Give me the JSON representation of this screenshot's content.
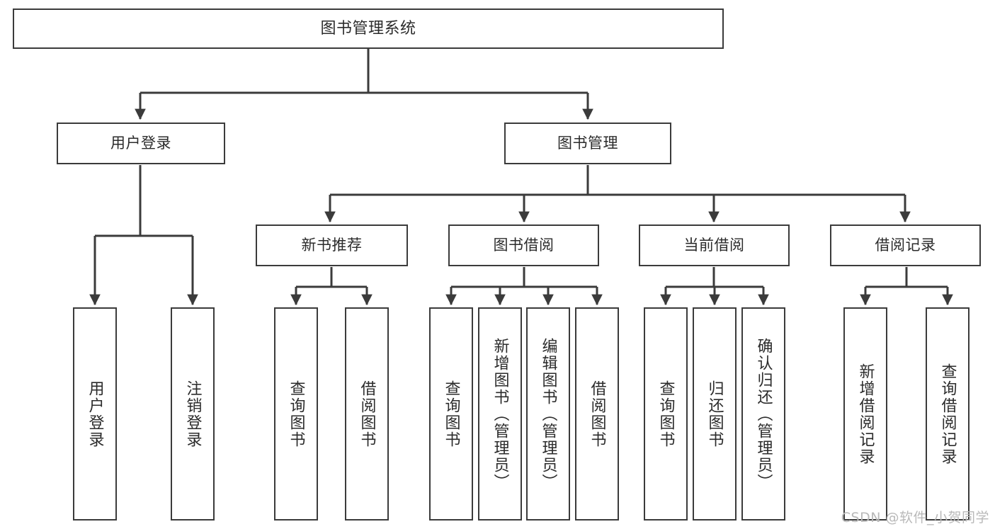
{
  "diagram": {
    "title": "图书管理系统",
    "type": "functional-structure-tree",
    "watermark": "CSDN @软件_小贺同学",
    "colors": {
      "background": "#ffffff",
      "box_border": "#3b3b3b",
      "box_fill": "#ffffff",
      "text": "#2b2b2b",
      "edge": "#3b3b3b",
      "watermark": "#b9b9b9"
    },
    "levels": {
      "root": [
        "图书管理系统"
      ],
      "level1": [
        "用户登录",
        "图书管理"
      ],
      "level2": [
        "新书推荐",
        "图书借阅",
        "当前借阅",
        "借阅记录"
      ],
      "leaves": [
        "用户登录",
        "注销登录",
        "查询图书",
        "借阅图书",
        "查询图书",
        "新增图书（管理员）",
        "编辑图书（管理员）",
        "借阅图书",
        "查询图书",
        "归还图书",
        "确认归还（管理员）",
        "新增借阅记录",
        "查询借阅记录"
      ]
    },
    "nodes": {
      "root": {
        "label": "图书管理系统"
      },
      "user_login": {
        "label": "用户登录"
      },
      "book_manage": {
        "label": "图书管理"
      },
      "new_book_rec": {
        "label": "新书推荐"
      },
      "book_borrow": {
        "label": "图书借阅"
      },
      "current_borrow": {
        "label": "当前借阅"
      },
      "borrow_record": {
        "label": "借阅记录"
      },
      "leaf_user_login": {
        "label": "用户登录"
      },
      "leaf_logout": {
        "label": "注销登录"
      },
      "leaf_query_book_1": {
        "label": "查询图书"
      },
      "leaf_borrow_book_1": {
        "label": "借阅图书"
      },
      "leaf_query_book_2": {
        "label": "查询图书"
      },
      "leaf_add_book": {
        "label": "新增图书（管理员）"
      },
      "leaf_edit_book": {
        "label": "编辑图书（管理员）"
      },
      "leaf_borrow_book_2": {
        "label": "借阅图书"
      },
      "leaf_query_book_3": {
        "label": "查询图书"
      },
      "leaf_return_book": {
        "label": "归还图书"
      },
      "leaf_confirm_return": {
        "label": "确认归还（管理员）"
      },
      "leaf_add_record": {
        "label": "新增借阅记录"
      },
      "leaf_query_record": {
        "label": "查询借阅记录"
      }
    }
  }
}
